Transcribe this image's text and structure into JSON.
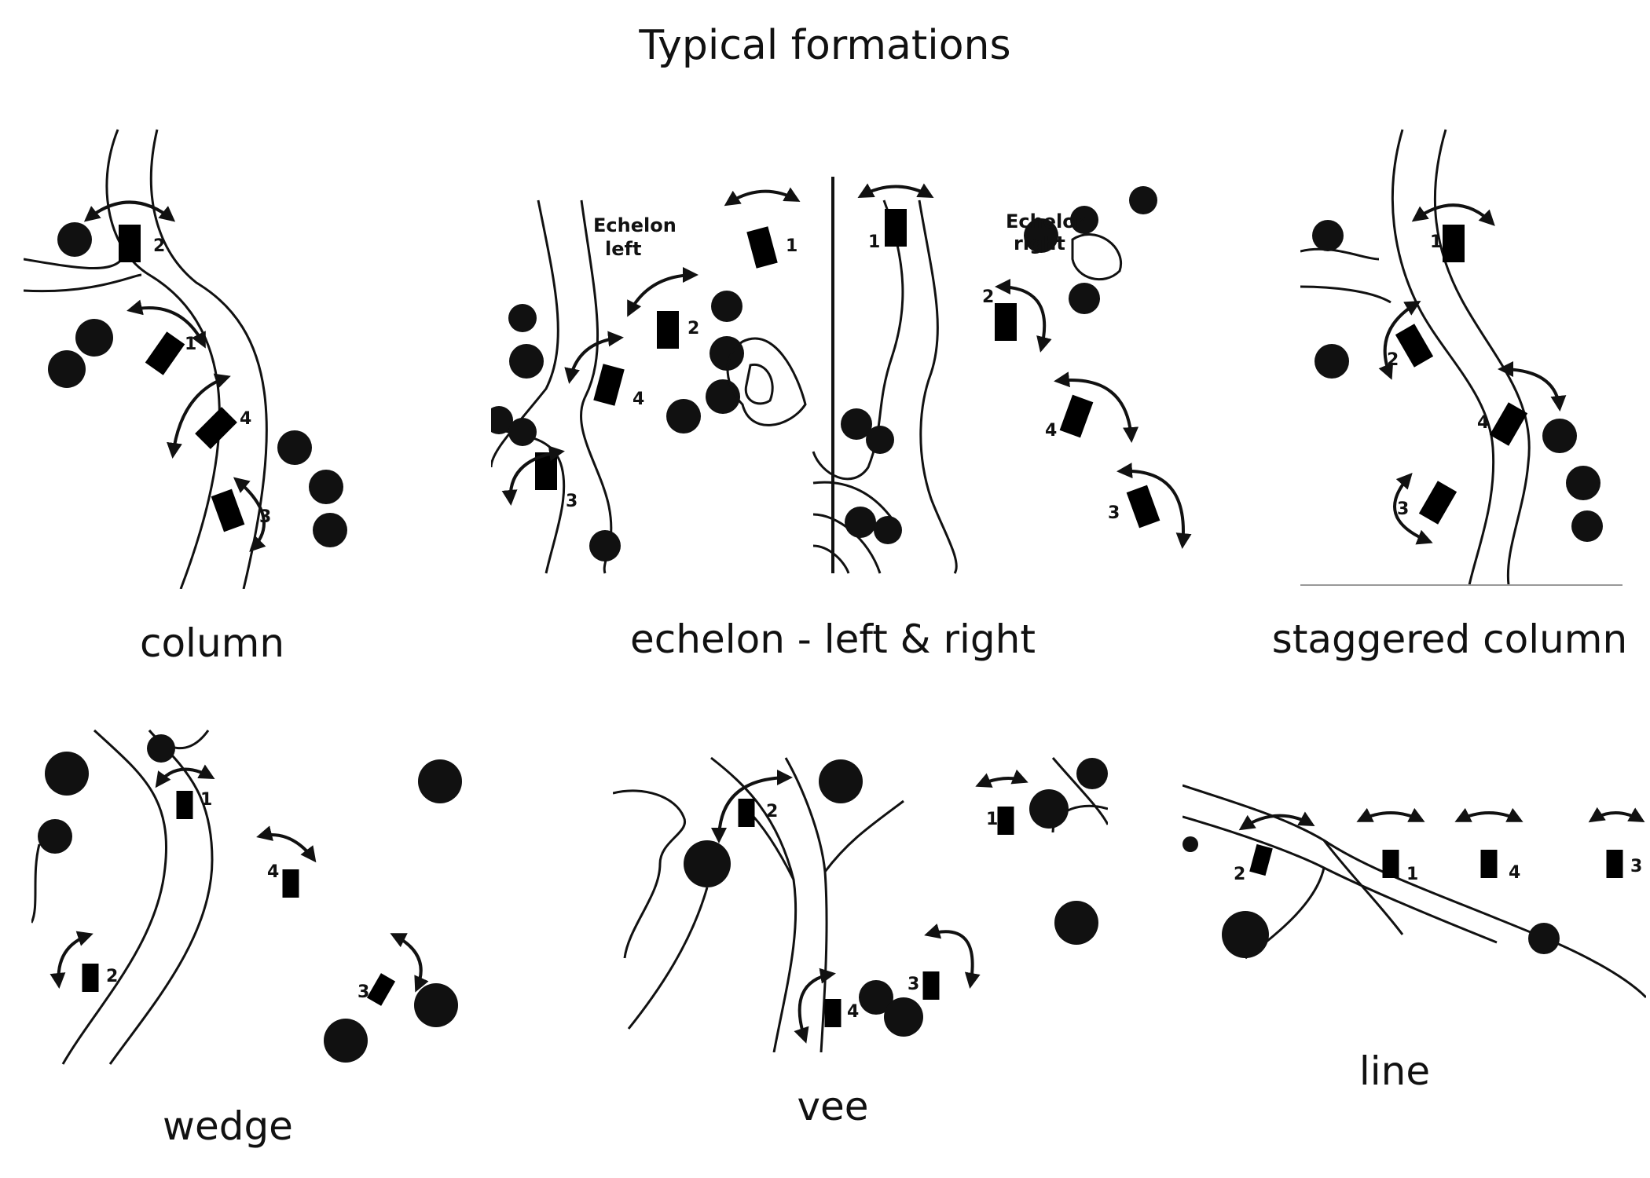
{
  "title": "Typical formations",
  "panels": {
    "column": {
      "caption": "column",
      "tanks": [
        "2",
        "1",
        "4",
        "3"
      ]
    },
    "echelon": {
      "caption": "echelon - left & right",
      "left_label_1": "Echelon",
      "left_label_2": "left",
      "right_label_1": "Echelon",
      "right_label_2": "right",
      "left_tanks": [
        "1",
        "2",
        "4",
        "3"
      ],
      "right_tanks": [
        "1",
        "2",
        "4",
        "3"
      ]
    },
    "staggered": {
      "caption": "staggered column",
      "tanks": [
        "1",
        "2",
        "4",
        "3"
      ]
    },
    "wedge": {
      "caption": "wedge",
      "tanks": [
        "1",
        "4",
        "2",
        "3"
      ]
    },
    "vee": {
      "caption": "vee",
      "tanks": [
        "2",
        "1",
        "3",
        "4"
      ]
    },
    "line": {
      "caption": "line",
      "tanks": [
        "2",
        "1",
        "4",
        "3"
      ]
    }
  }
}
